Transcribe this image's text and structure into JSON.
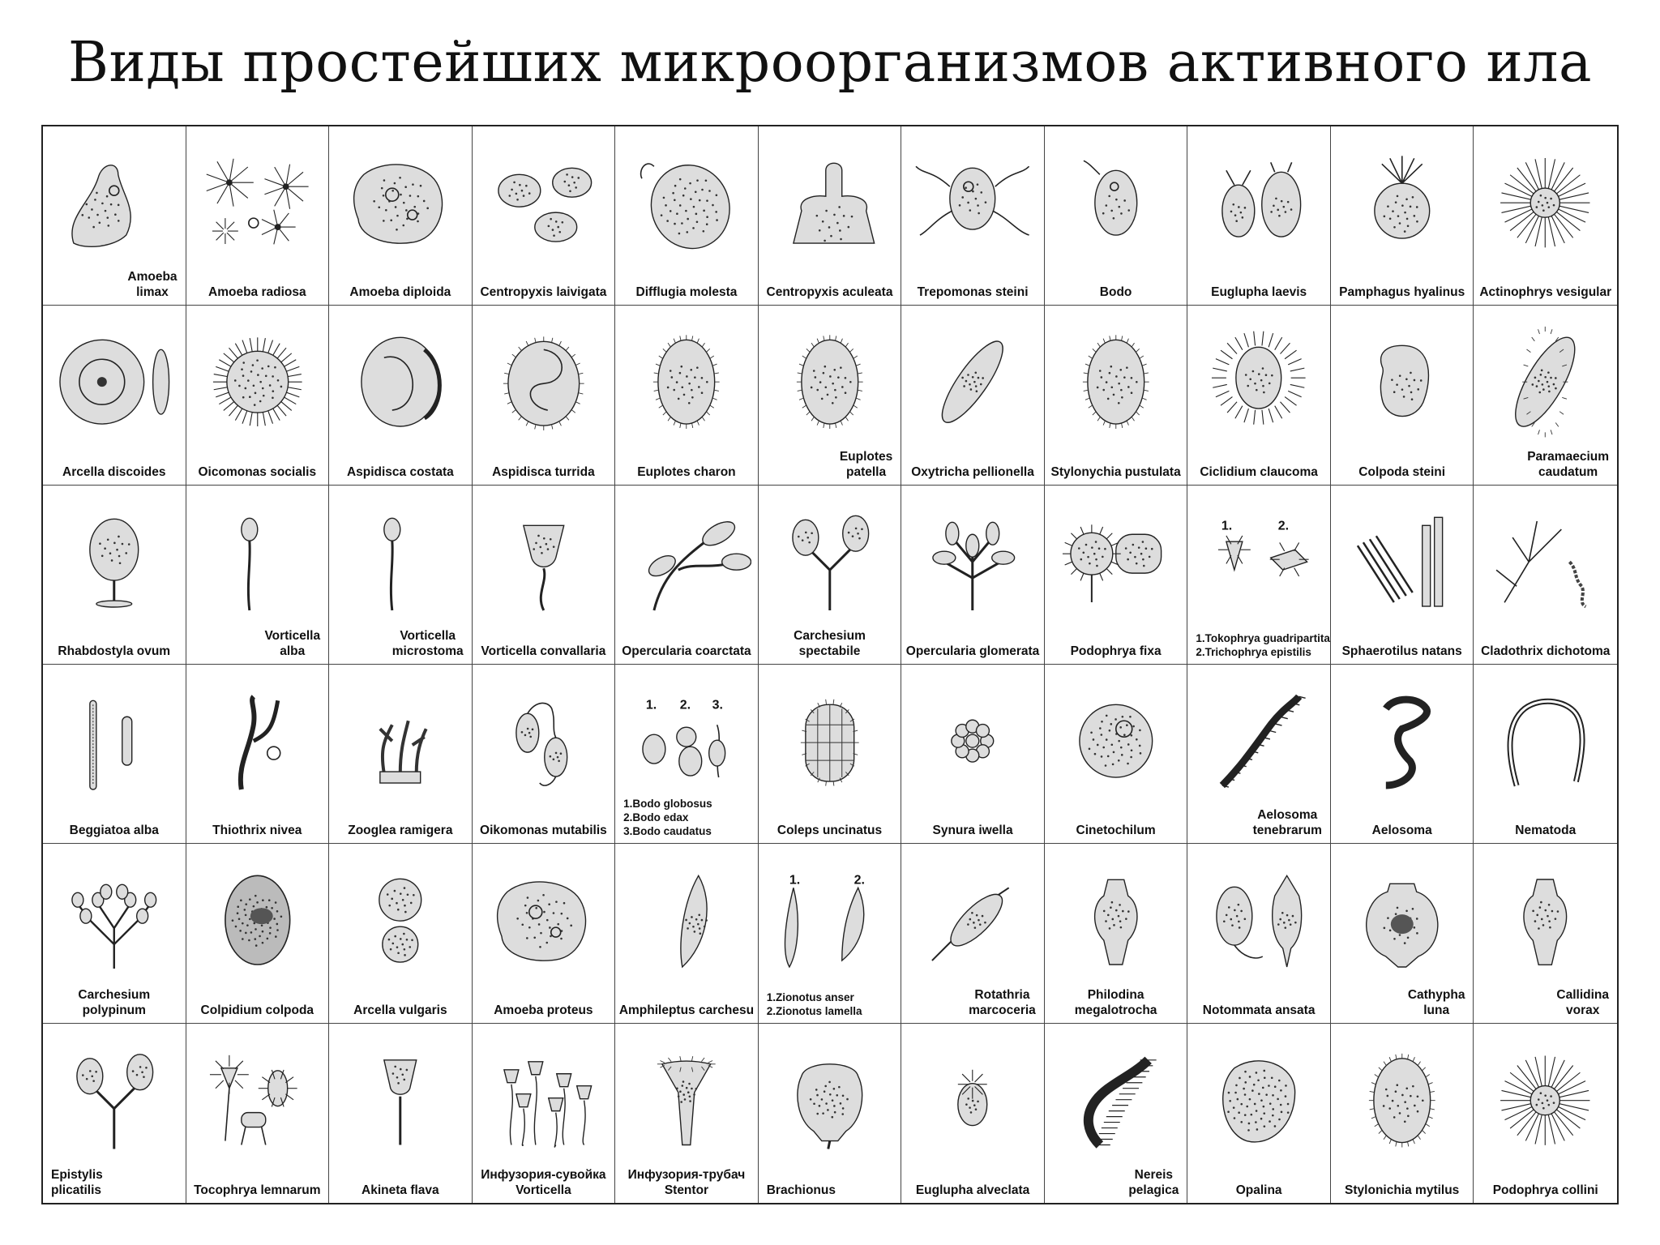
{
  "title": "Виды простейших микроорганизмов активного ила",
  "rows": [
    [
      {
        "label": "Amoeba\nlimax",
        "align": "right",
        "shape": "amoeba-slug"
      },
      {
        "label": "Amoeba radiosa",
        "shape": "stars"
      },
      {
        "label": "Amoeba diploida",
        "shape": "amoeba-blob"
      },
      {
        "label": "Centropyxis laivigata",
        "shape": "three-cells"
      },
      {
        "label": "Difflugia molesta",
        "shape": "oval-big"
      },
      {
        "label": "Centropyxis aculeata",
        "shape": "cup-stalk"
      },
      {
        "label": "Trepomonas steini",
        "shape": "flagellate"
      },
      {
        "label": "Bodo",
        "shape": "oval-small"
      },
      {
        "label": "Euglupha laevis",
        "shape": "two-ovals"
      },
      {
        "label": "Pamphagus hyalinus",
        "shape": "round-flagella"
      },
      {
        "label": "Actinophrys vesigular",
        "shape": "sun"
      }
    ],
    [
      {
        "label": "Arcella discoides",
        "shape": "disc"
      },
      {
        "label": "Oicomonas socialis",
        "shape": "cluster"
      },
      {
        "label": "Aspidisca costata",
        "shape": "shell"
      },
      {
        "label": "Aspidisca turrida",
        "shape": "shell-ciliate"
      },
      {
        "label": "Euplotes charon",
        "shape": "ciliate-oval"
      },
      {
        "label": "Euplotes\npatella",
        "align": "right",
        "shape": "ciliate-oval"
      },
      {
        "label": "Oxytricha pellionella",
        "shape": "ciliate-long"
      },
      {
        "label": "Stylonychia pustulata",
        "shape": "ciliate-oval"
      },
      {
        "label": "Ciclidium claucoma",
        "shape": "ciliate-small"
      },
      {
        "label": "Colpoda steini",
        "shape": "kidney"
      },
      {
        "label": "Paramaecium\ncaudatum",
        "align": "right",
        "shape": "slipper"
      }
    ],
    [
      {
        "label": "Rhabdostyla ovum",
        "shape": "goblet"
      },
      {
        "label": "Vorticella\nalba",
        "align": "right",
        "shape": "bell-long"
      },
      {
        "label": "Vorticella\nmicrostoma",
        "align": "right",
        "shape": "bell-long"
      },
      {
        "label": "Vorticella convallaria",
        "shape": "bell-stalk"
      },
      {
        "label": "Opercularia coarctata",
        "shape": "branch-cells"
      },
      {
        "label": "Carchesium spectabile",
        "shape": "fork-bells"
      },
      {
        "label": "Opercularia glomerata",
        "shape": "tree-cells"
      },
      {
        "label": "Podophrya fixa",
        "shape": "two-spheres"
      },
      {
        "label": "1.Tokophrya guadripartita\n2.Trichophrya epistilis",
        "align": "small",
        "nums": [
          "1.",
          "2."
        ],
        "shape": "two-small"
      },
      {
        "label": "Sphaerotilus natans",
        "shape": "filaments"
      },
      {
        "label": "Cladothrix dichotoma",
        "shape": "branching"
      }
    ],
    [
      {
        "label": "Beggiatoa alba",
        "shape": "rods"
      },
      {
        "label": "Thiothrix nivea",
        "shape": "threads"
      },
      {
        "label": "Zooglea ramigera",
        "shape": "zooglea"
      },
      {
        "label": "Oikomonas mutabilis",
        "shape": "flag-pair"
      },
      {
        "label": "1.Bodo globosus\n2.Bodo edax\n3.Bodo caudatus",
        "align": "small",
        "nums": [
          "1.",
          "2.",
          "3."
        ],
        "shape": "three-small"
      },
      {
        "label": "Coleps uncinatus",
        "shape": "barrel"
      },
      {
        "label": "Synura iwella",
        "shape": "colony"
      },
      {
        "label": "Cinetochilum",
        "shape": "round-cell"
      },
      {
        "label": "Aelosoma\ntenebrarum",
        "align": "right",
        "shape": "worm-diag"
      },
      {
        "label": "Aelosoma",
        "shape": "worm-curl"
      },
      {
        "label": "Nematoda",
        "shape": "nematode"
      }
    ],
    [
      {
        "label": "Carchesium\npolypinum",
        "shape": "bush"
      },
      {
        "label": "Colpidium colpoda",
        "shape": "oval-dark"
      },
      {
        "label": "Arcella vulgaris",
        "shape": "two-rounds"
      },
      {
        "label": "Amoeba proteus",
        "shape": "amoeba-blob"
      },
      {
        "label": "Amphileptus carchesu",
        "shape": "spindle"
      },
      {
        "label": "1.Zionotus anser\n2.Zionotus lamella",
        "align": "small",
        "nums": [
          "1.",
          "2."
        ],
        "shape": "two-spindles"
      },
      {
        "label": "Rotathria\nmarcoceria",
        "align": "right",
        "shape": "rotifer-diag"
      },
      {
        "label": "Philodina\nmegalotrocha",
        "shape": "rotifer"
      },
      {
        "label": "Notommata ansata",
        "shape": "rotifer-pair"
      },
      {
        "label": "Cathypha\nluna",
        "align": "right",
        "shape": "rotifer-wide"
      },
      {
        "label": "Callidina\nvorax",
        "align": "right",
        "shape": "rotifer"
      }
    ],
    [
      {
        "label": "Epistylis\nplicatilis",
        "align": "left",
        "shape": "fork-bells"
      },
      {
        "label": "Tocophrya lemnarum",
        "shape": "suctoria"
      },
      {
        "label": "Akineta flava",
        "shape": "cup-stem"
      },
      {
        "label": "Инфузория-сувойка\nVorticella",
        "shape": "bell-colony"
      },
      {
        "label": "Инфузория-трубач\nStentor",
        "shape": "trumpet"
      },
      {
        "label": "Brachionus",
        "align": "left",
        "shape": "brachionus"
      },
      {
        "label": "Euglupha alveclata",
        "shape": "oval-spines"
      },
      {
        "label": "Nereis\npelagica",
        "align": "right",
        "shape": "nereis"
      },
      {
        "label": "Opalina",
        "shape": "opalina"
      },
      {
        "label": "Stylonichia mytilus",
        "shape": "ciliate-oval"
      },
      {
        "label": "Podophrya collini",
        "shape": "sun"
      }
    ]
  ]
}
